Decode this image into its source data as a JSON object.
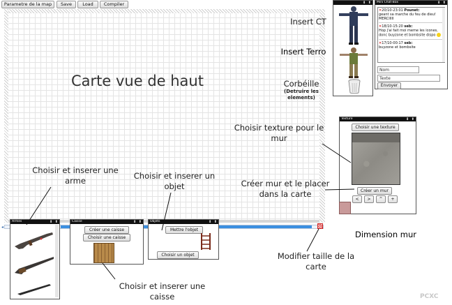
{
  "toolbar": {
    "param_label": "Parametre de la map",
    "save_label": "Save",
    "load_label": "Load",
    "compile_label": "Compiler"
  },
  "map": {
    "title": "Carte vue de haut"
  },
  "right_labels": {
    "insert_ct": "Insert CT",
    "insert_terro": "Insert Terro",
    "corbeille": "Corbéille",
    "corbeille_sub1": "(Detruire les",
    "corbeille_sub2": "elements)"
  },
  "chat": {
    "title": "Mini Chat-Box",
    "messages": [
      {
        "time": "20/10-23:01",
        "author": "Pounet:",
        "text": "geant sa marche du feu de dieu! MERCIIIII"
      },
      {
        "time": "18/10-15:20",
        "author": "seb:",
        "text": "Hop j'ai fait moi meme les icones, donc buyzone et bombsite dispo"
      },
      {
        "time": "17/10-00:17",
        "author": "seb:",
        "text": "buyzone et bombsite"
      }
    ],
    "name_placeholder": "Nom",
    "text_placeholder": "Texte",
    "send_label": "Envoyer"
  },
  "texture_panel": {
    "title": "Texture",
    "choose_label": "Choisir une texture",
    "create_wall_label": "Créer un mur",
    "arrows": [
      "<",
      ">",
      "^",
      "+"
    ]
  },
  "annotations": {
    "texture": "Choisir texture pour le mur",
    "create_wall": "Créer mur et le placer dans la carte",
    "dimension": "Dimension mur",
    "resize": "Modifier taille de la carte",
    "weapon": "Choisir et inserer une arme",
    "object": "Choisir et inserer un objet",
    "crate": "Choisir et inserer une caisse"
  },
  "panels": {
    "armes_title": "Armes",
    "caisse_title": "Caisse",
    "caisse_create": "Créer une caisse",
    "caisse_choose": "Choisir une caisse",
    "objets_title": "Objets",
    "objets_put": "Mettre l'objet",
    "objets_choose": "Choisir un objet"
  },
  "watermark": "PCXC",
  "colors": {
    "panel_header": "#111111",
    "scroll_thumb": "#3b8fe0",
    "dimension_swatch": "#c99a9a"
  }
}
